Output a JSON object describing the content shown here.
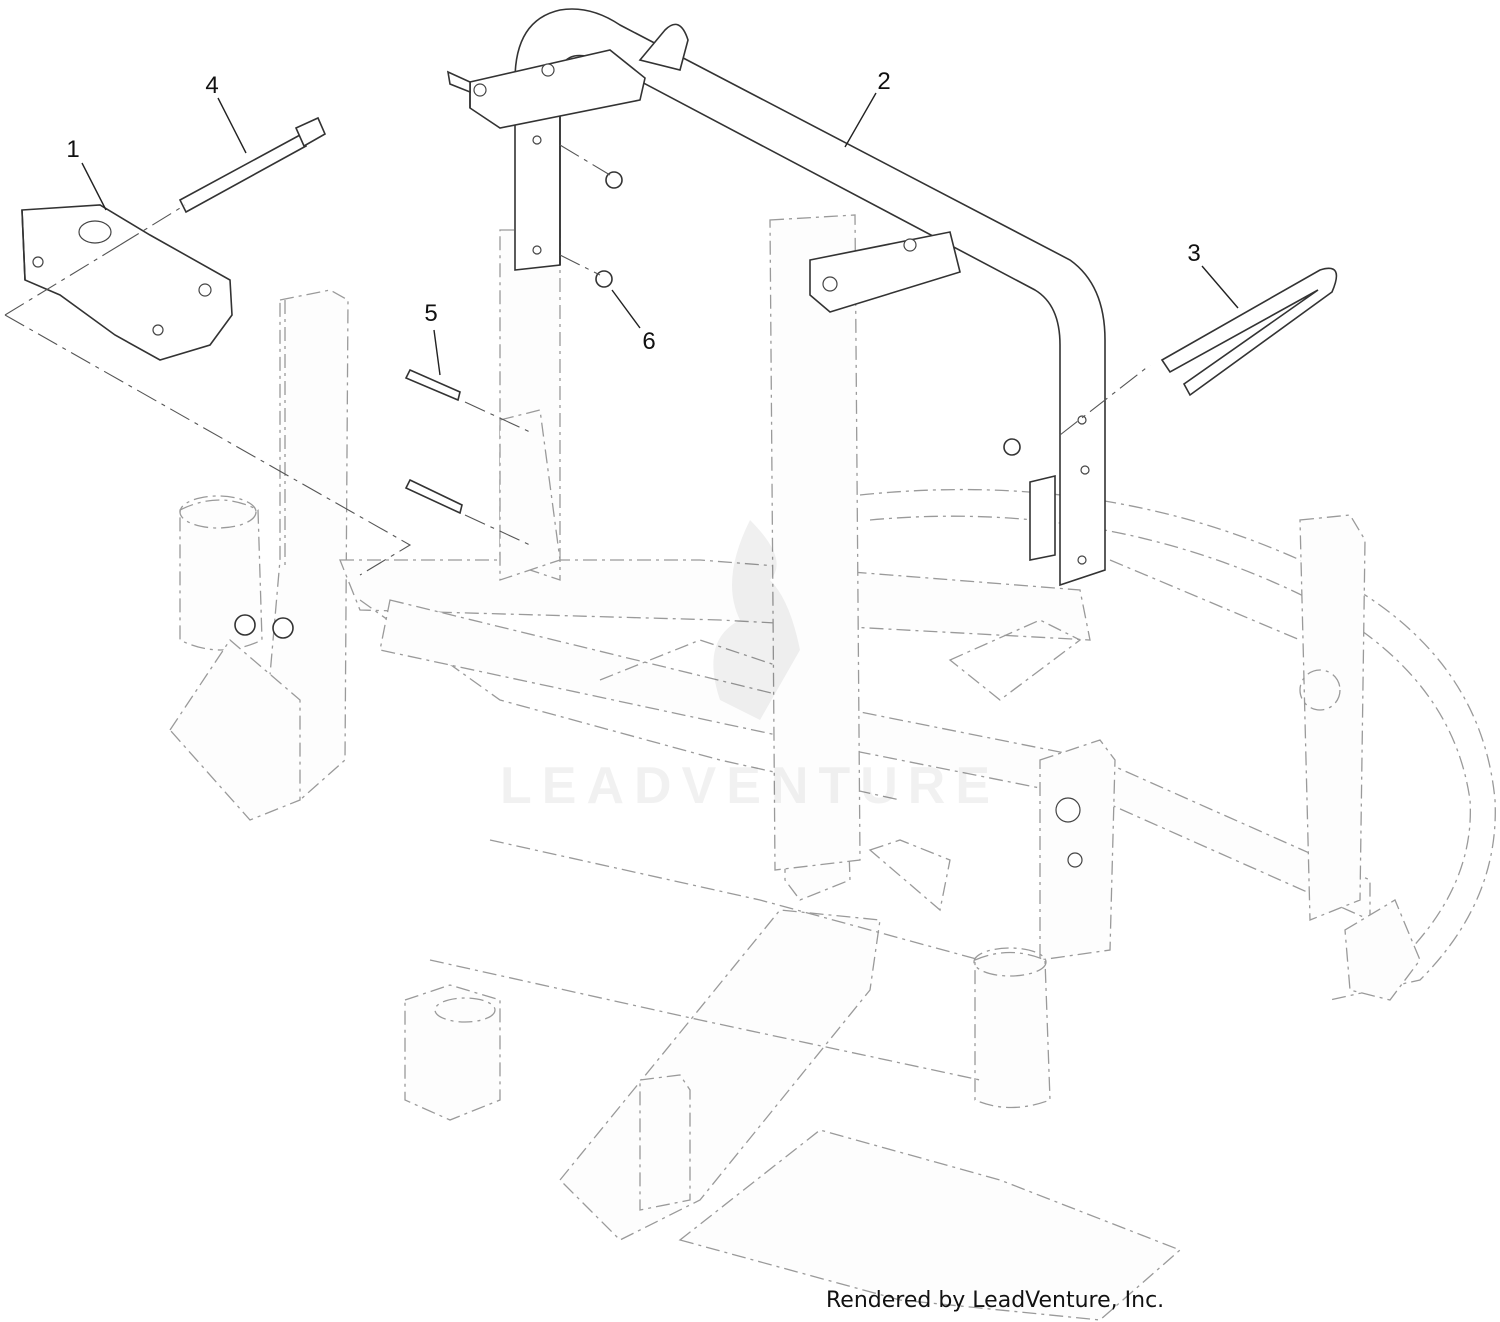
{
  "callouts": [
    {
      "id": "1",
      "label": "1"
    },
    {
      "id": "2",
      "label": "2"
    },
    {
      "id": "3",
      "label": "3"
    },
    {
      "id": "4",
      "label": "4"
    },
    {
      "id": "5",
      "label": "5"
    },
    {
      "id": "6",
      "label": "6"
    }
  ],
  "footer": {
    "credit": "Rendered by LeadVenture, Inc."
  },
  "watermark": {
    "text": "LEADVENTURE"
  },
  "colors": {
    "line": "#333333",
    "phantom": "#9a9a9a",
    "background": "#ffffff"
  }
}
